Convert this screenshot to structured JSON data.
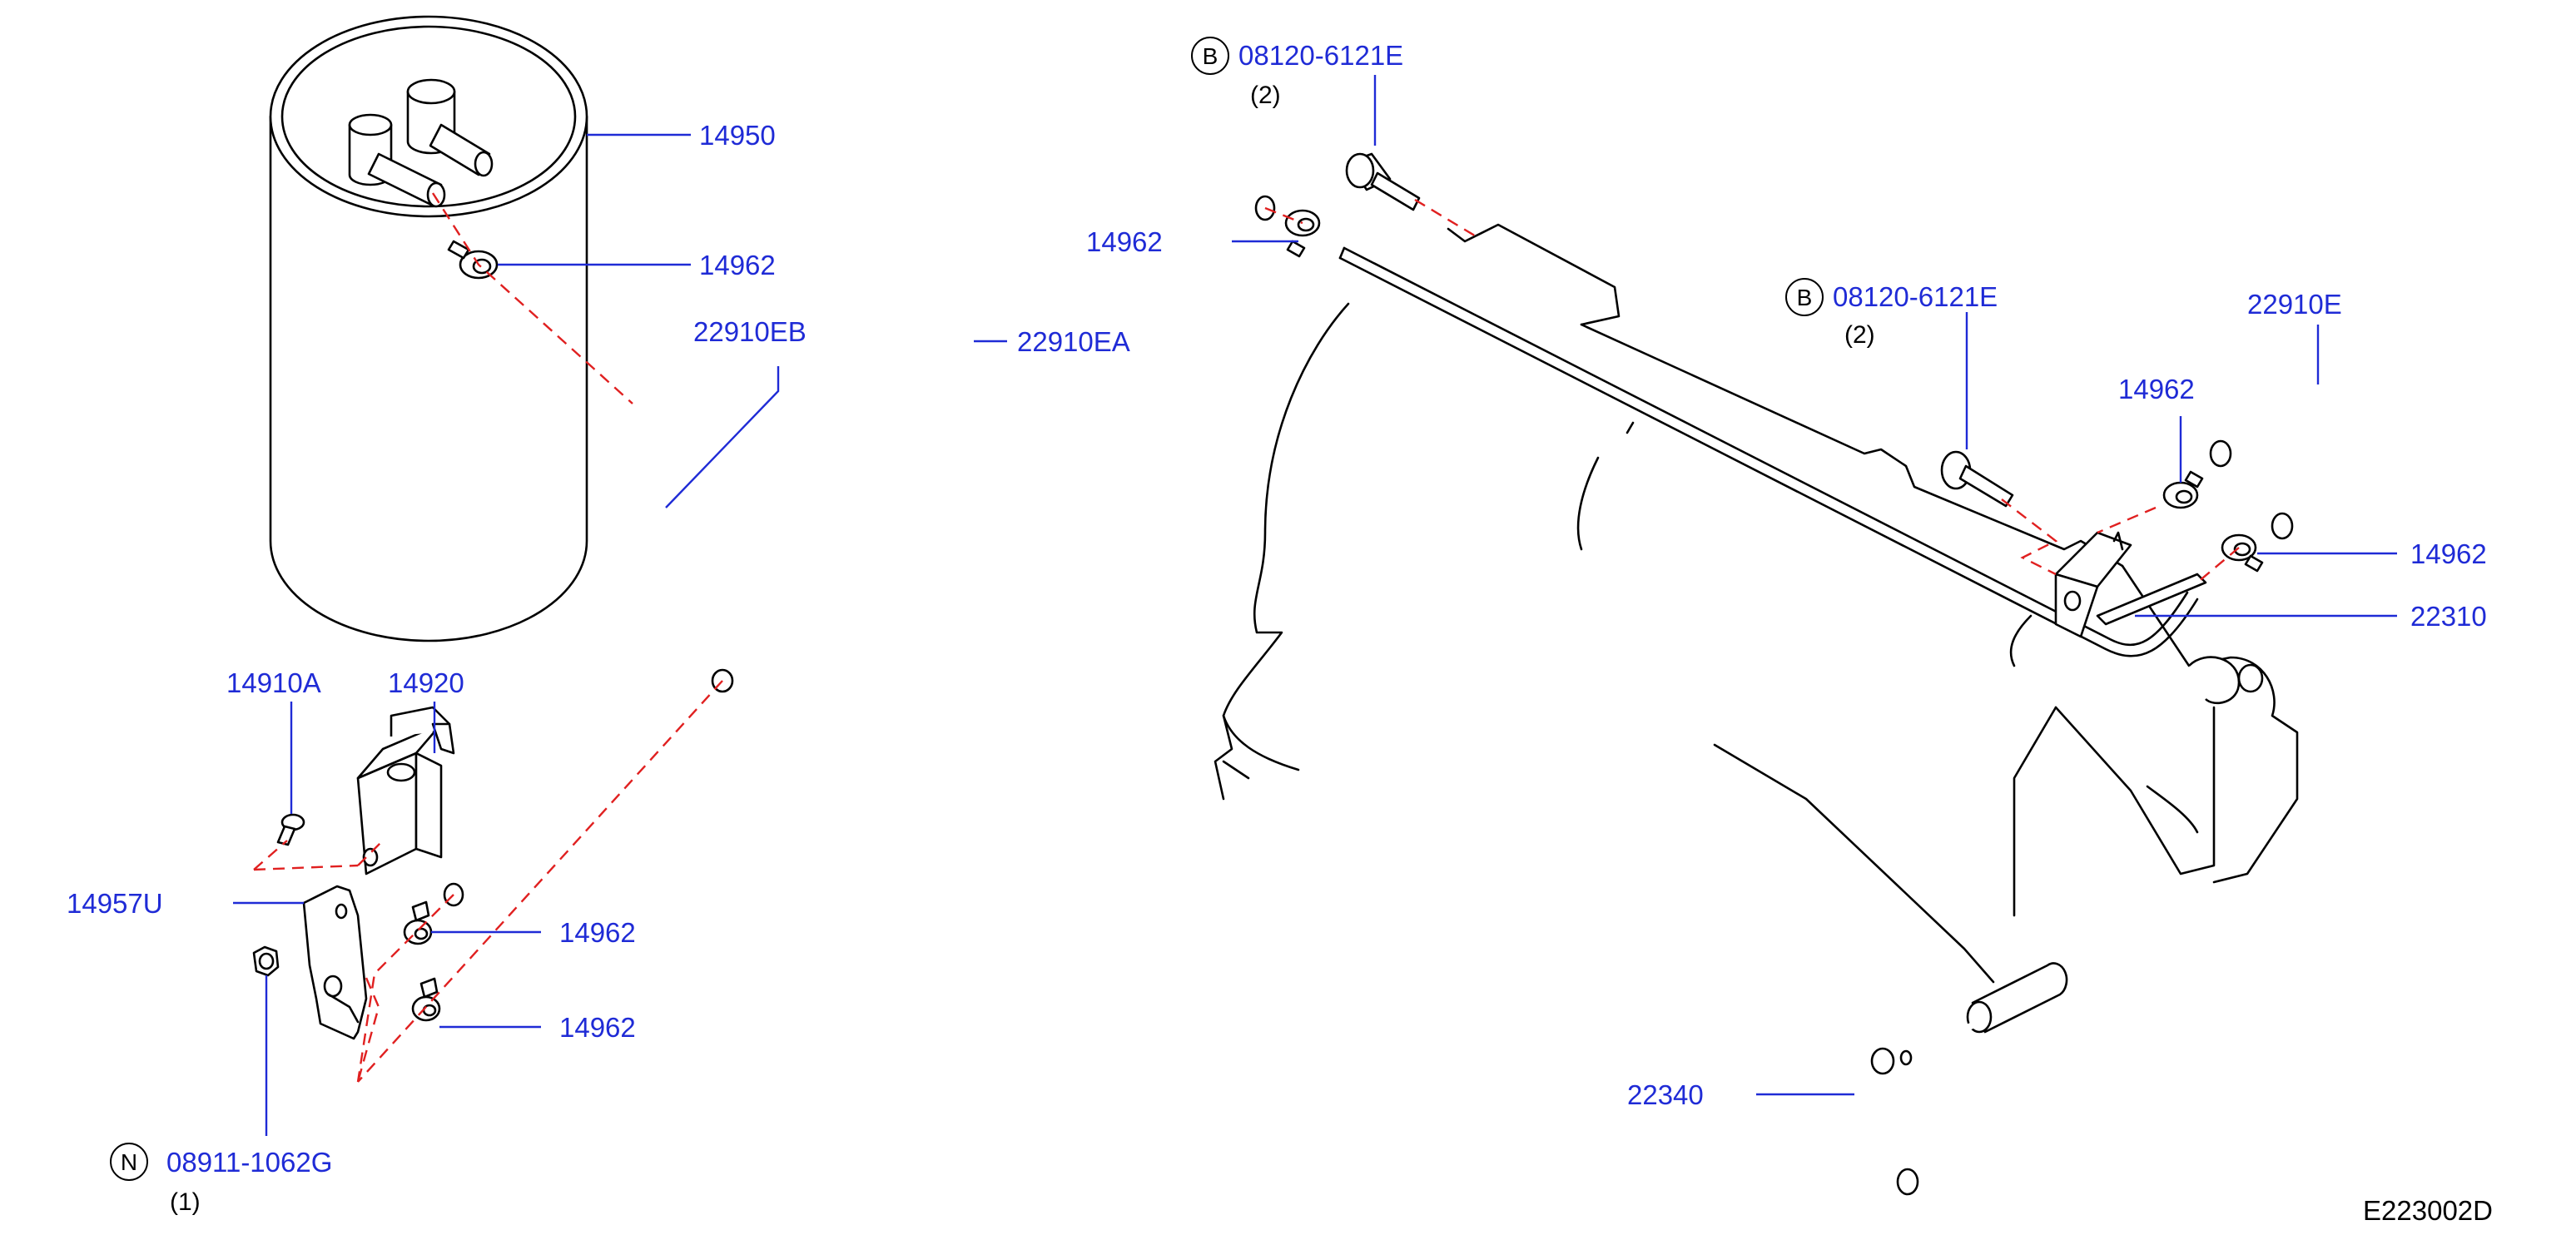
{
  "diagram": {
    "reference_code": "E223002D",
    "colors": {
      "label": "#1f2bd6",
      "line": "#000000",
      "dashed_path": "#e02020"
    },
    "parts": [
      {
        "id": "canister_label",
        "text": "14950"
      },
      {
        "id": "clamp_canister_label",
        "text": "14962"
      },
      {
        "id": "hose_eb_label",
        "text": "22910EB"
      },
      {
        "id": "hose_ea_label",
        "text": "22910EA"
      },
      {
        "id": "clamp_top_label",
        "text": "14962"
      },
      {
        "id": "bolt_top",
        "letter": "B",
        "text": "08120-6121E",
        "qty": "(2)"
      },
      {
        "id": "bolt_right",
        "letter": "B",
        "text": "08120-6121E",
        "qty": "(2)"
      },
      {
        "id": "hose_e_label",
        "text": "22910E"
      },
      {
        "id": "clamp_right_upper_label",
        "text": "14962"
      },
      {
        "id": "clamp_right_lower_label",
        "text": "14962"
      },
      {
        "id": "pipe_label",
        "text": "22310"
      },
      {
        "id": "bolt_small_label",
        "text": "14910A"
      },
      {
        "id": "valve_label",
        "text": "14920"
      },
      {
        "id": "bracket_label",
        "text": "14957U"
      },
      {
        "id": "clamp_lower_1_label",
        "text": "14962"
      },
      {
        "id": "clamp_lower_2_label",
        "text": "14962"
      },
      {
        "id": "nut",
        "letter": "N",
        "text": "08911-1062G",
        "qty": "(1)"
      },
      {
        "id": "hose_bottom_label",
        "text": "22340"
      }
    ]
  }
}
